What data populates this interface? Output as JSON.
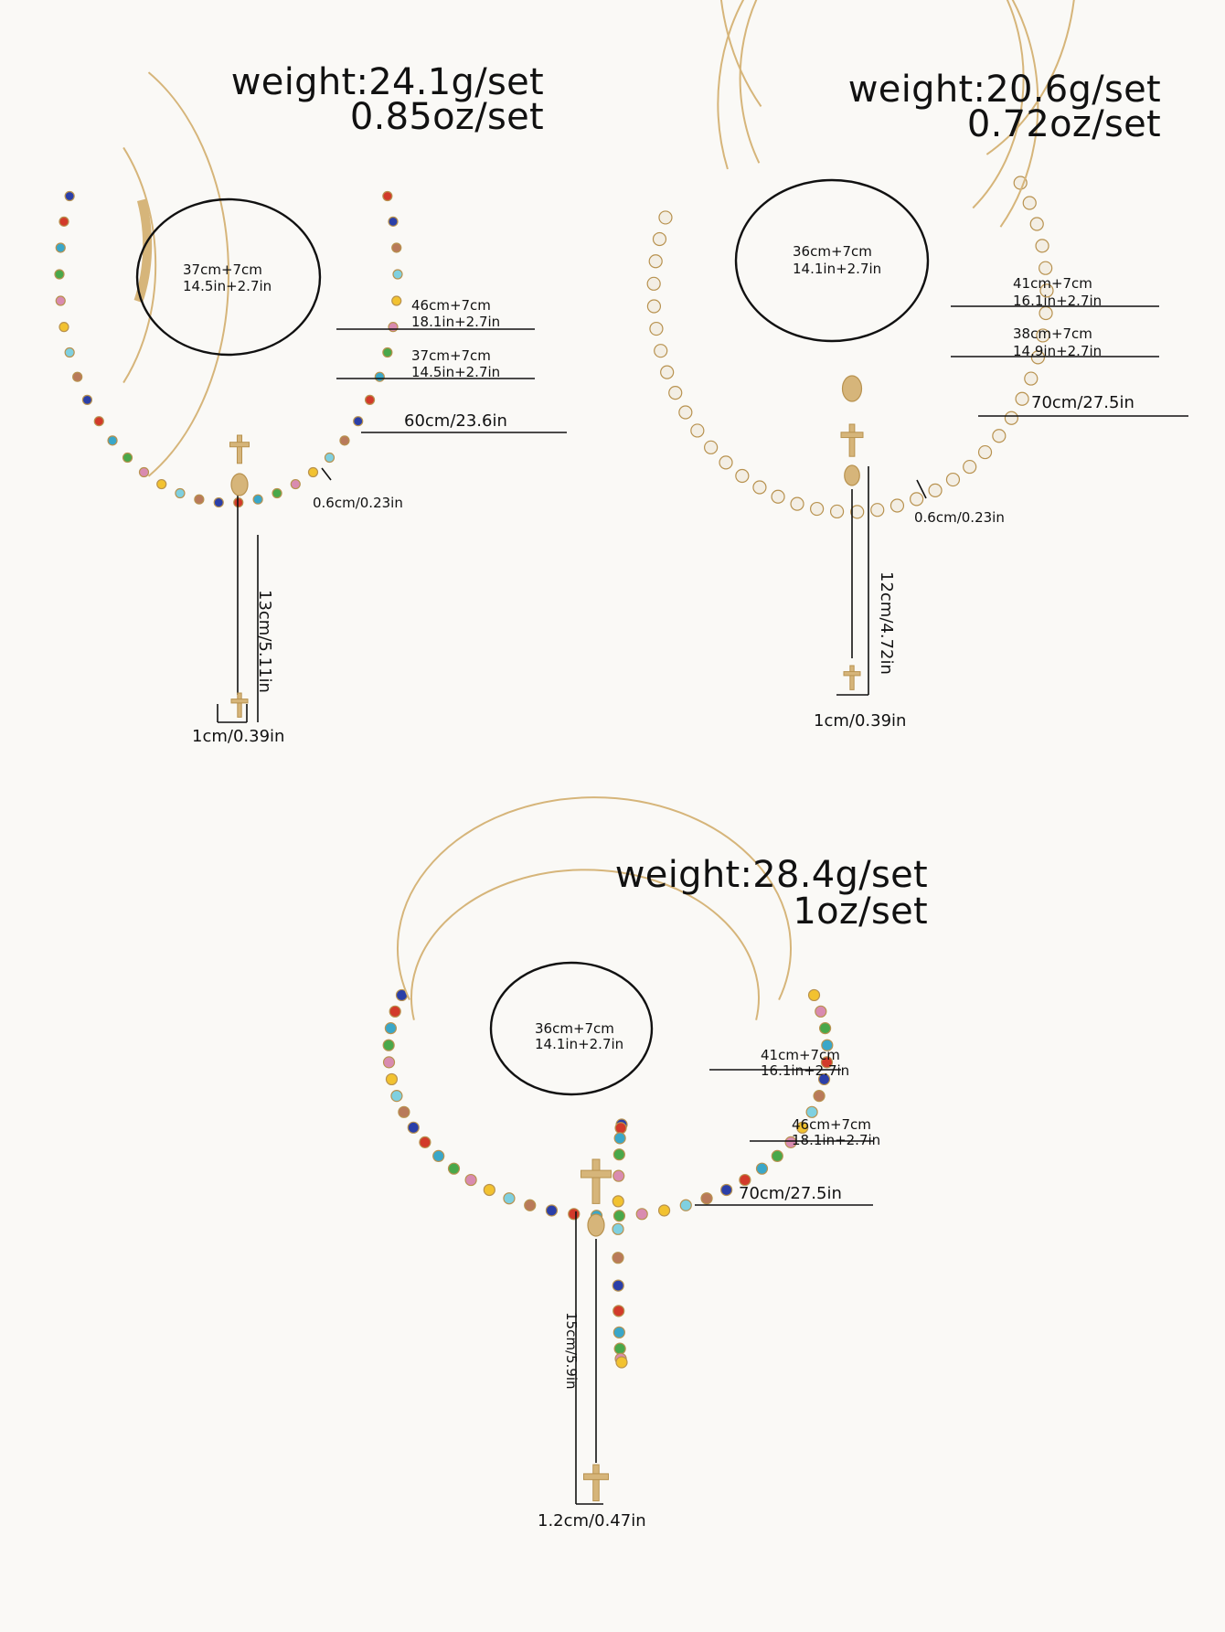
{
  "sets": [
    {
      "weight_g": "weight:24.1g/set",
      "weight_oz": "0.85oz/set",
      "inner_size": [
        "37cm+7cm",
        "14.5in+2.7in"
      ],
      "layers": [
        [
          "46cm+7cm",
          "18.1in+2.7in"
        ],
        [
          "37cm+7cm",
          "14.5in+2.7in"
        ],
        [
          "60cm/23.6in"
        ]
      ],
      "bead_size": "0.6cm/0.23in",
      "drop_length": "13cm/5.11in",
      "pendant_width": "1cm/0.39in"
    },
    {
      "weight_g": "weight:20.6g/set",
      "weight_oz": "0.72oz/set",
      "inner_size": [
        "36cm+7cm",
        "14.1in+2.7in"
      ],
      "layers": [
        [
          "41cm+7cm",
          "16.1in+2.7in"
        ],
        [
          "38cm+7cm",
          "14.9in+2.7in"
        ],
        [
          "70cm/27.5in"
        ]
      ],
      "bead_size": "0.6cm/0.23in",
      "drop_length": "12cm/4.72in",
      "pendant_width": "1cm/0.39in"
    },
    {
      "weight_g": "weight:28.4g/set",
      "weight_oz": "1oz/set",
      "inner_size": [
        "36cm+7cm",
        "14.1in+2.7in"
      ],
      "layers": [
        [
          "41cm+7cm",
          "16.1in+2.7in"
        ],
        [
          "46cm+7cm",
          "18.1in+2.7in"
        ],
        [
          "70cm/27.5in"
        ]
      ],
      "drop_length": "15cm/5.9in",
      "pendant_width": "1.2cm/0.47in"
    }
  ],
  "colors": {
    "gold": "#d6b57a",
    "gold_dark": "#b8924f",
    "pearl": "#f3eee4",
    "line": "#111111",
    "gems": [
      "#2b3fa8",
      "#d23a2a",
      "#3aa7c9",
      "#49a84a",
      "#d98bb0",
      "#f2c230",
      "#7fd0e0",
      "#b97a5a"
    ]
  }
}
